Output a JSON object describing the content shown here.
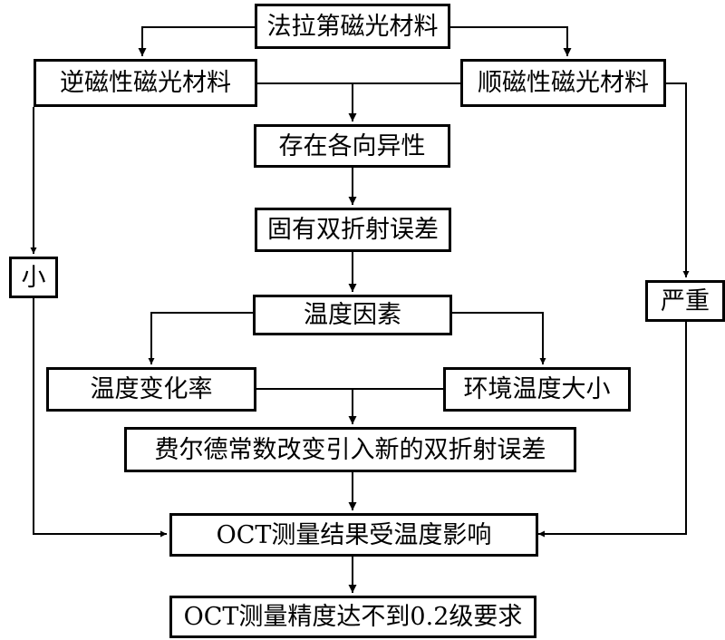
{
  "nodes": {
    "faraday": "法拉第磁光材料",
    "diamagnetic": "逆磁性磁光材料",
    "paramagnetic": "顺磁性磁光材料",
    "anisotropy": "存在各向异性",
    "intrinsic_birefringence": "固有双折射误差",
    "small": "小",
    "severe": "严重",
    "temperature_factor": "温度因素",
    "temp_change_rate": "温度变化率",
    "ambient_temp": "环境温度大小",
    "verdet_change": "费尔德常数改变引入新的双折射误差",
    "oct_affected": "OCT测量结果受温度影响",
    "oct_accuracy": "OCT测量精度达不到0.2级要求"
  },
  "colors": {
    "line": "#000000",
    "box_border": "#000000",
    "background": "#ffffff"
  }
}
